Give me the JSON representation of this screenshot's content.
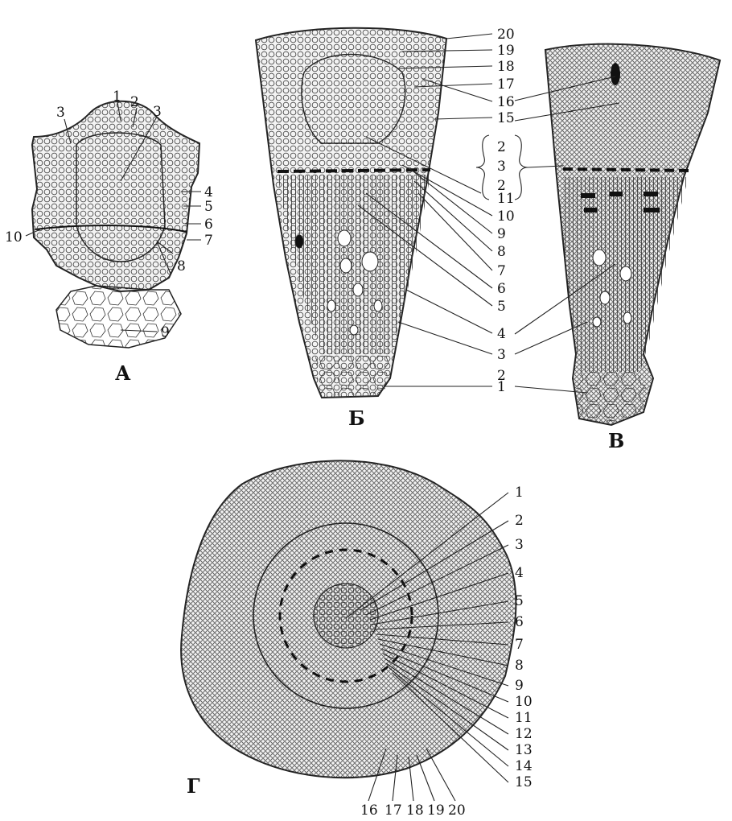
{
  "panels": [
    {
      "id": "a",
      "caption": "А",
      "labels": [
        "1",
        "2",
        "3",
        "3",
        "4",
        "5",
        "6",
        "7",
        "8",
        "9",
        "10"
      ]
    },
    {
      "id": "b",
      "caption": "Б",
      "labels": [
        "20",
        "19",
        "18",
        "17",
        "16",
        "15",
        "11",
        "10",
        "9",
        "8",
        "7",
        "6",
        "5",
        "4",
        "3",
        "2",
        "1"
      ]
    },
    {
      "id": "v",
      "caption": "В",
      "bracket_labels": [
        "2",
        "3",
        "2"
      ]
    },
    {
      "id": "g",
      "caption": "Г",
      "labels": [
        "1",
        "2",
        "3",
        "4",
        "5",
        "6",
        "7",
        "8",
        "9",
        "10",
        "11",
        "12",
        "13",
        "14",
        "15",
        "16",
        "17",
        "18",
        "19",
        "20"
      ]
    }
  ]
}
